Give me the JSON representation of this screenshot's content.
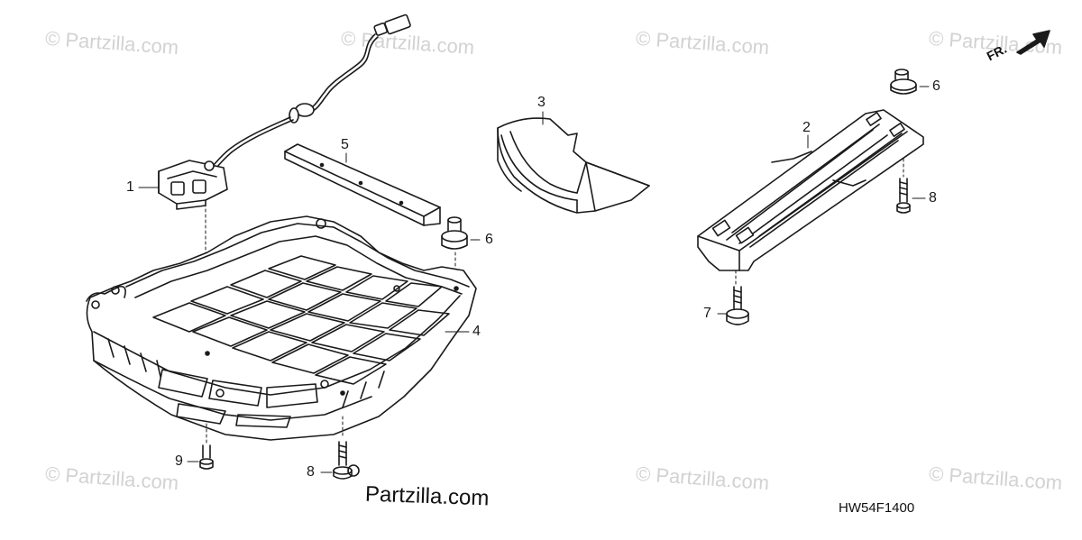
{
  "watermarks": {
    "text": "© Partzilla.com",
    "brand": "Partzilla.com"
  },
  "diagram_code": "HW54F1400",
  "direction_label": "FR.",
  "callouts": [
    "1",
    "2",
    "3",
    "4",
    "5",
    "6",
    "6",
    "7",
    "8",
    "8",
    "9"
  ],
  "colors": {
    "line": "#1a1a1a",
    "watermark": "#d2d2d2",
    "background": "#ffffff"
  }
}
